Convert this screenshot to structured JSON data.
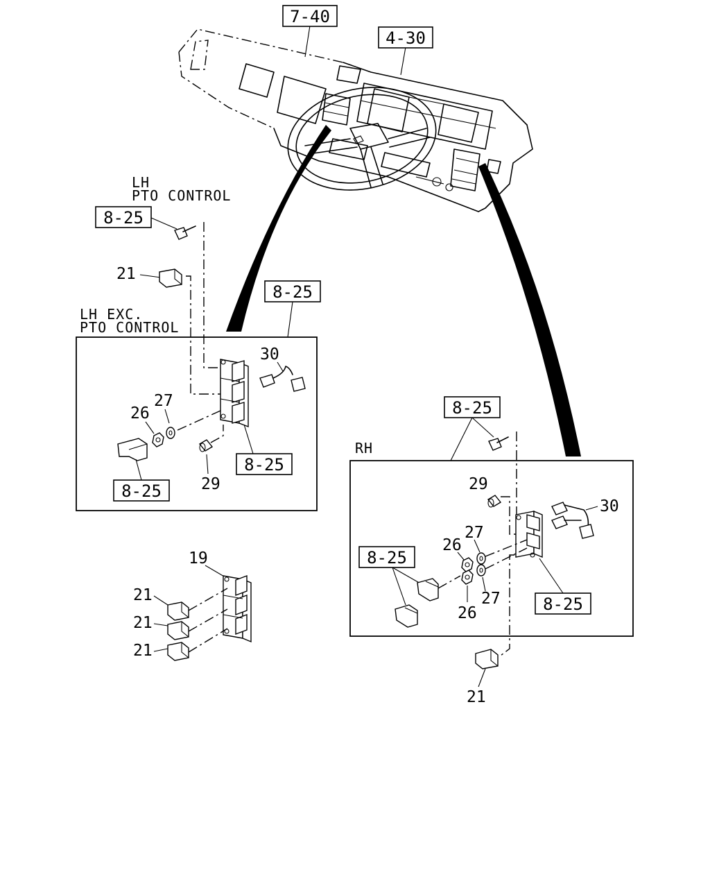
{
  "references": {
    "ref_7_40": "7-40",
    "ref_4_30": "4-30",
    "ref_lh_screw": "8-25",
    "ref_lh_exc_panel": "8-25",
    "ref_lh_switch": "8-25",
    "ref_lh_knob": "8-25",
    "ref_rh_screw": "8-25",
    "ref_rh_knob": "8-25",
    "ref_rh_switch": "8-25"
  },
  "captions": {
    "lh_line1": "LH",
    "lh_line2": "PTO CONTROL",
    "lh_exc_line1": "LH EXC.",
    "lh_exc_line2": "PTO CONTROL",
    "rh": "RH"
  },
  "part_numbers": {
    "lh_bracket": "21",
    "lh_connector": "30",
    "lh_washer": "27",
    "lh_nut": "26",
    "lh_bulb": "29",
    "switch_assembly": "19",
    "bracket_a": "21",
    "bracket_b": "21",
    "bracket_c": "21",
    "rh_bulb": "29",
    "rh_connector": "30",
    "rh_washer_upper": "27",
    "rh_nut_upper": "26",
    "rh_washer_lower": "27",
    "rh_nut_lower": "26",
    "rh_bracket": "21"
  }
}
